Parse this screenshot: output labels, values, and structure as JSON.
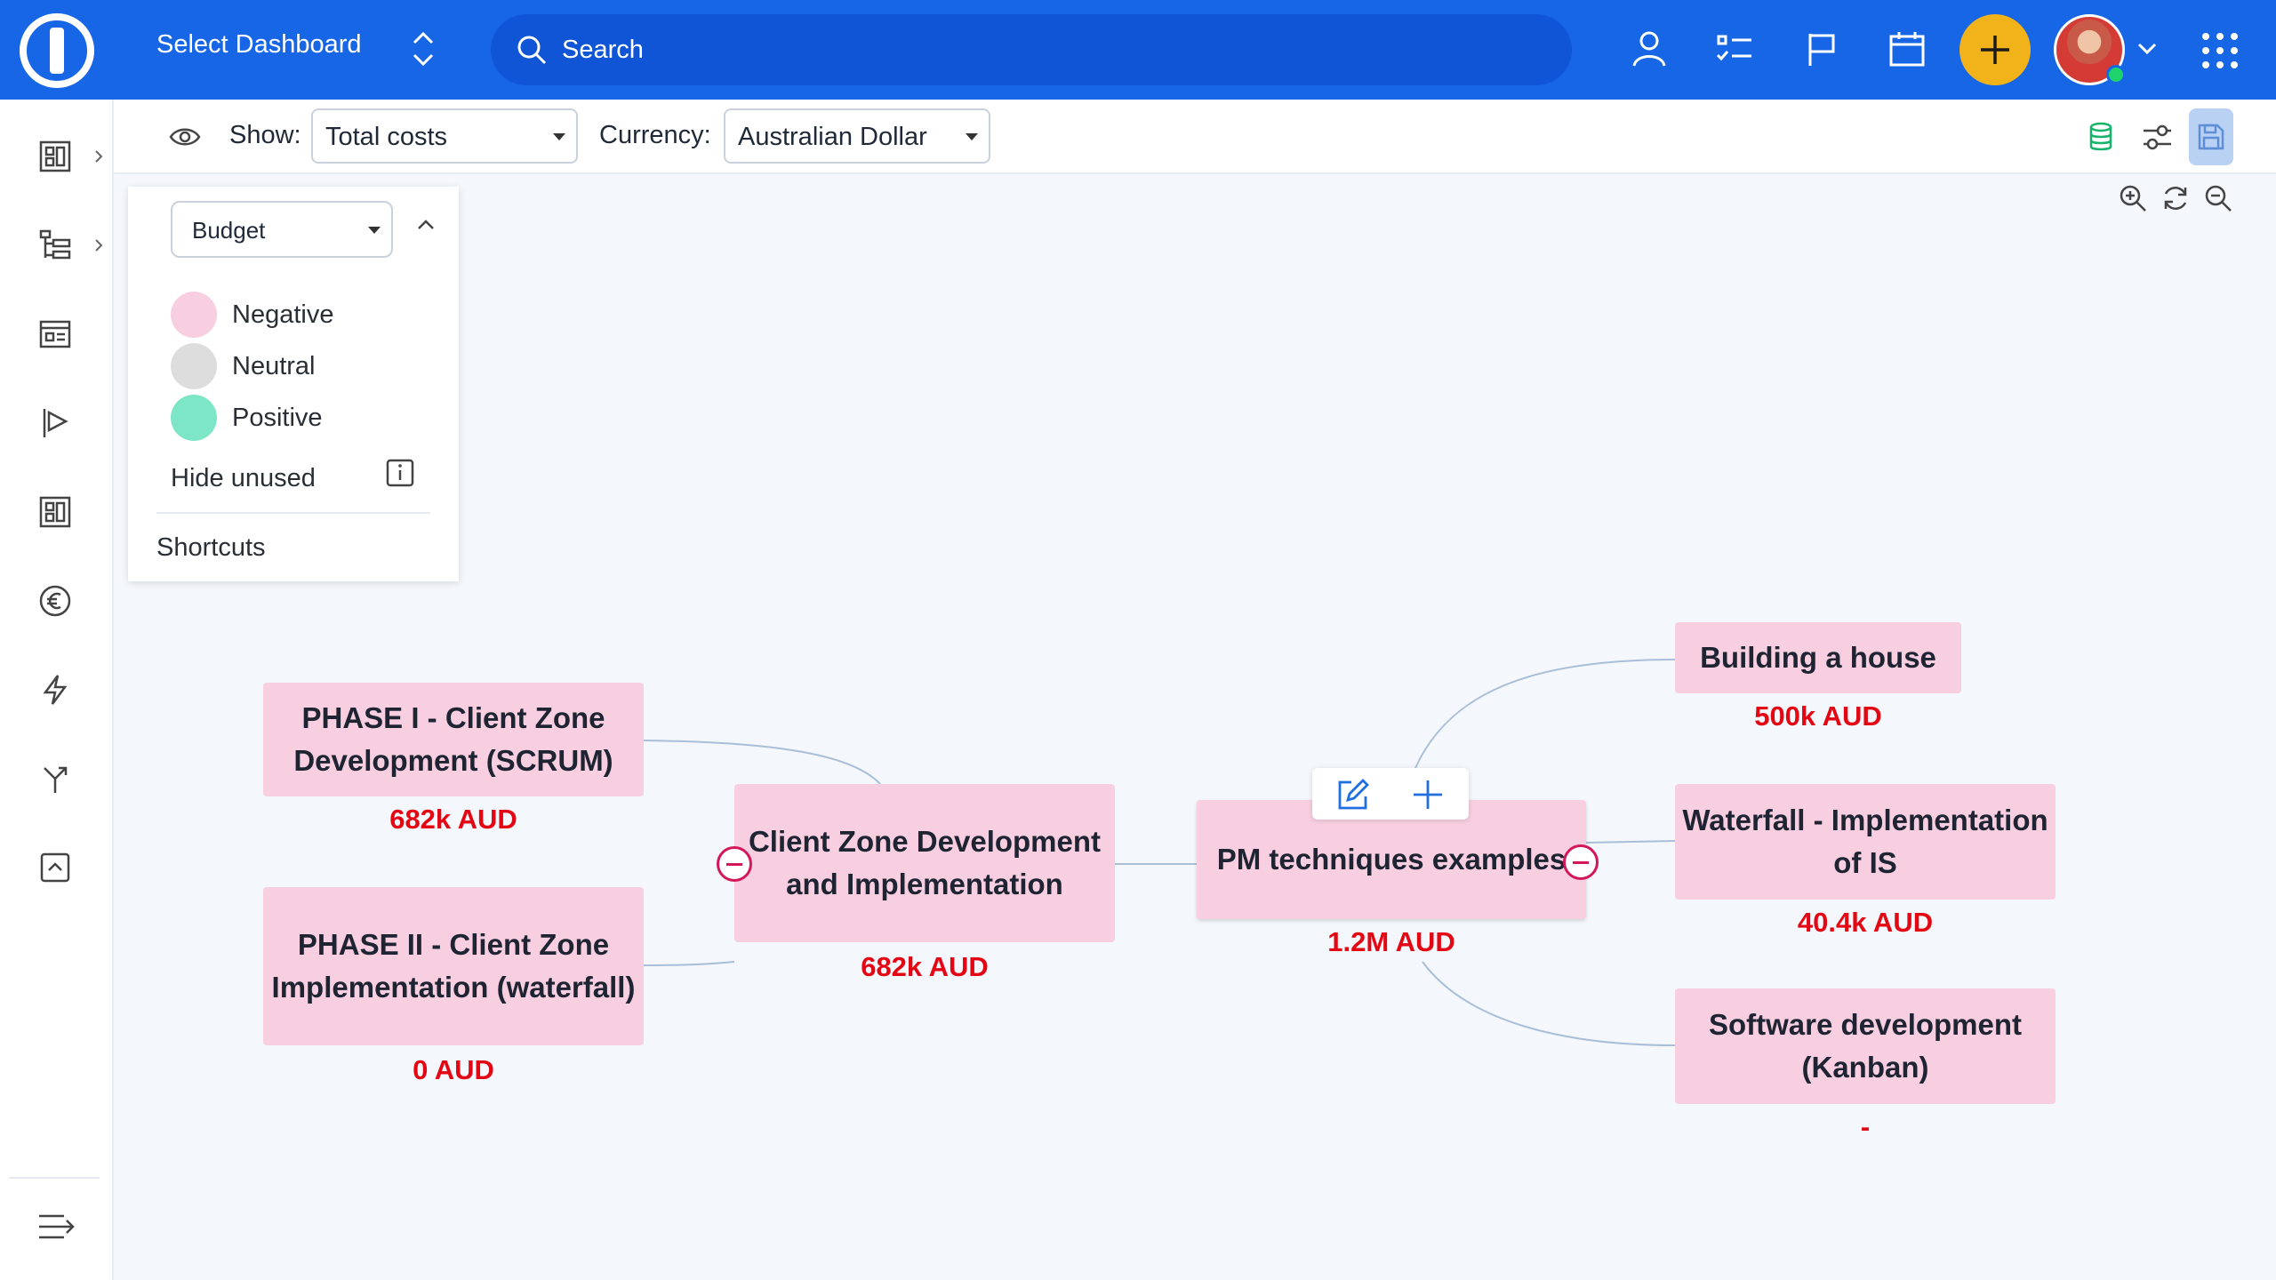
{
  "topbar": {
    "dashboard_label": "Select Dashboard",
    "search_placeholder": "Search",
    "accent_color": "#1766e6",
    "plus_color": "#f2b21a"
  },
  "toolbar": {
    "show_label": "Show:",
    "show_value": "Total costs",
    "currency_label": "Currency:",
    "currency_value": "Australian Dollar"
  },
  "legend": {
    "select_value": "Budget",
    "items": [
      {
        "label": "Negative",
        "color": "#f8cfe0"
      },
      {
        "label": "Neutral",
        "color": "#dddddd"
      },
      {
        "label": "Positive",
        "color": "#7de6c7"
      }
    ],
    "hide_unused": "Hide unused",
    "shortcuts": "Shortcuts"
  },
  "mindmap": {
    "root": {
      "title": "PM techniques examples",
      "value": "1.2M AUD"
    },
    "left_branch": {
      "title": "Client Zone Development and Implementation",
      "value": "682k AUD"
    },
    "phase1": {
      "title": "PHASE I - Client Zone Development (SCRUM)",
      "value": "682k AUD"
    },
    "phase2": {
      "title": "PHASE II - Client Zone Implementation (waterfall)",
      "value": "0 AUD"
    },
    "house": {
      "title": "Building a house",
      "value": "500k AUD"
    },
    "waterfall": {
      "title": "Waterfall - Implementation of IS",
      "value": "40.4k AUD"
    },
    "software": {
      "title": "Software development (Kanban)",
      "value": "-"
    }
  }
}
